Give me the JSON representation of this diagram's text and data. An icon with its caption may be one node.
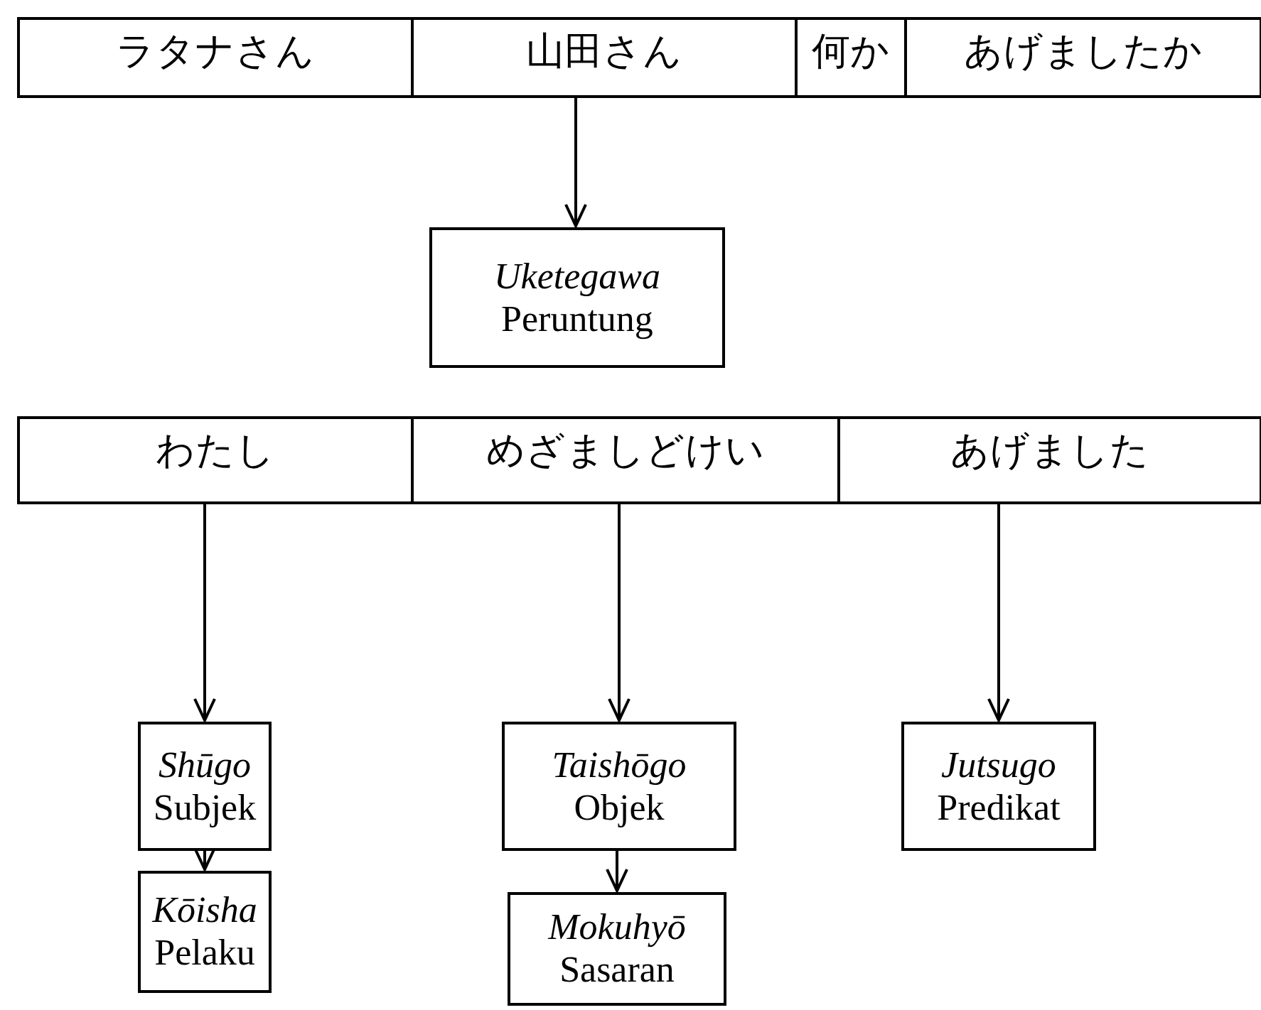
{
  "diagram": {
    "nodes": [
      {
        "text": [
          "ラタナさん"
        ]
      },
      {
        "text": [
          "山田さん"
        ]
      },
      {
        "text": [
          "何か"
        ]
      },
      {
        "text": [
          "あげましたか"
        ]
      },
      {
        "text": [
          "Uketegawa",
          "Peruntung"
        ]
      },
      {
        "text": [
          "わたし"
        ]
      },
      {
        "text": [
          "めざましどけい"
        ]
      },
      {
        "text": [
          "あげました"
        ]
      },
      {
        "text": [
          "Shūgo",
          "Subjek"
        ]
      },
      {
        "text": [
          "Taishōgo",
          "Objek"
        ]
      },
      {
        "text": [
          "Jutsugo",
          "Predikat"
        ]
      },
      {
        "text": [
          "Kōisha",
          "Pelaku"
        ]
      },
      {
        "text": [
          "Mokuhyō",
          "Sasaran"
        ]
      }
    ],
    "edges": [
      {
        "from": 1,
        "to": 4,
        "arrow": "to"
      },
      {
        "from": 5,
        "to": 8,
        "arrow": "to"
      },
      {
        "from": 6,
        "to": 9,
        "arrow": "to"
      },
      {
        "from": 7,
        "to": 10,
        "arrow": "to"
      },
      {
        "from": 8,
        "to": 11,
        "arrow": "to"
      },
      {
        "from": 9,
        "to": 12,
        "arrow": "to"
      }
    ]
  }
}
